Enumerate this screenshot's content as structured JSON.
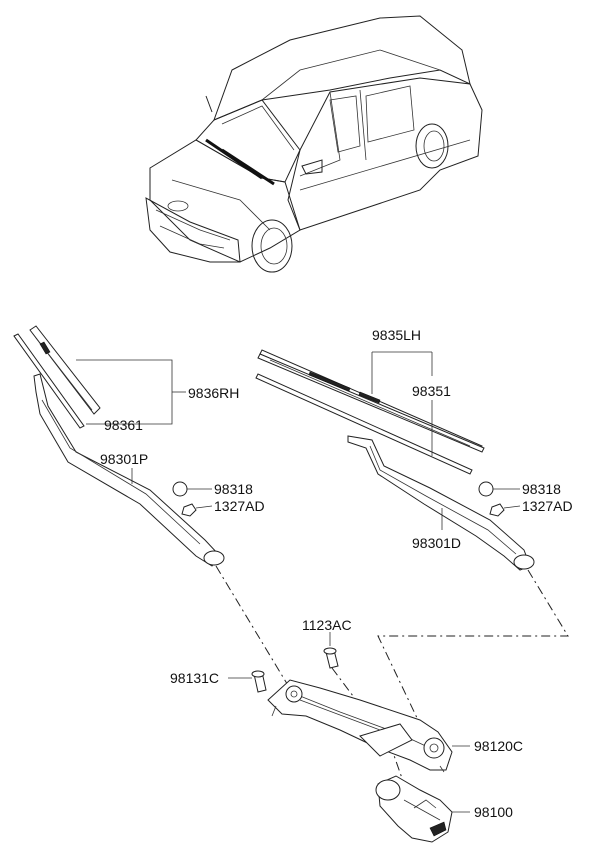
{
  "parts": {
    "p9836RH": "9836RH",
    "p98361": "98361",
    "p98301P": "98301P",
    "p98318_left": "98318",
    "p1327AD_left": "1327AD",
    "p9835LH": "9835LH",
    "p98351": "98351",
    "p98318_right": "98318",
    "p1327AD_right": "1327AD",
    "p98301D": "98301D",
    "p1123AC": "1123AC",
    "p98131C": "98131C",
    "p98120C": "98120C",
    "p98100": "98100"
  },
  "colors": {
    "line": "#222222",
    "background": "#ffffff"
  }
}
